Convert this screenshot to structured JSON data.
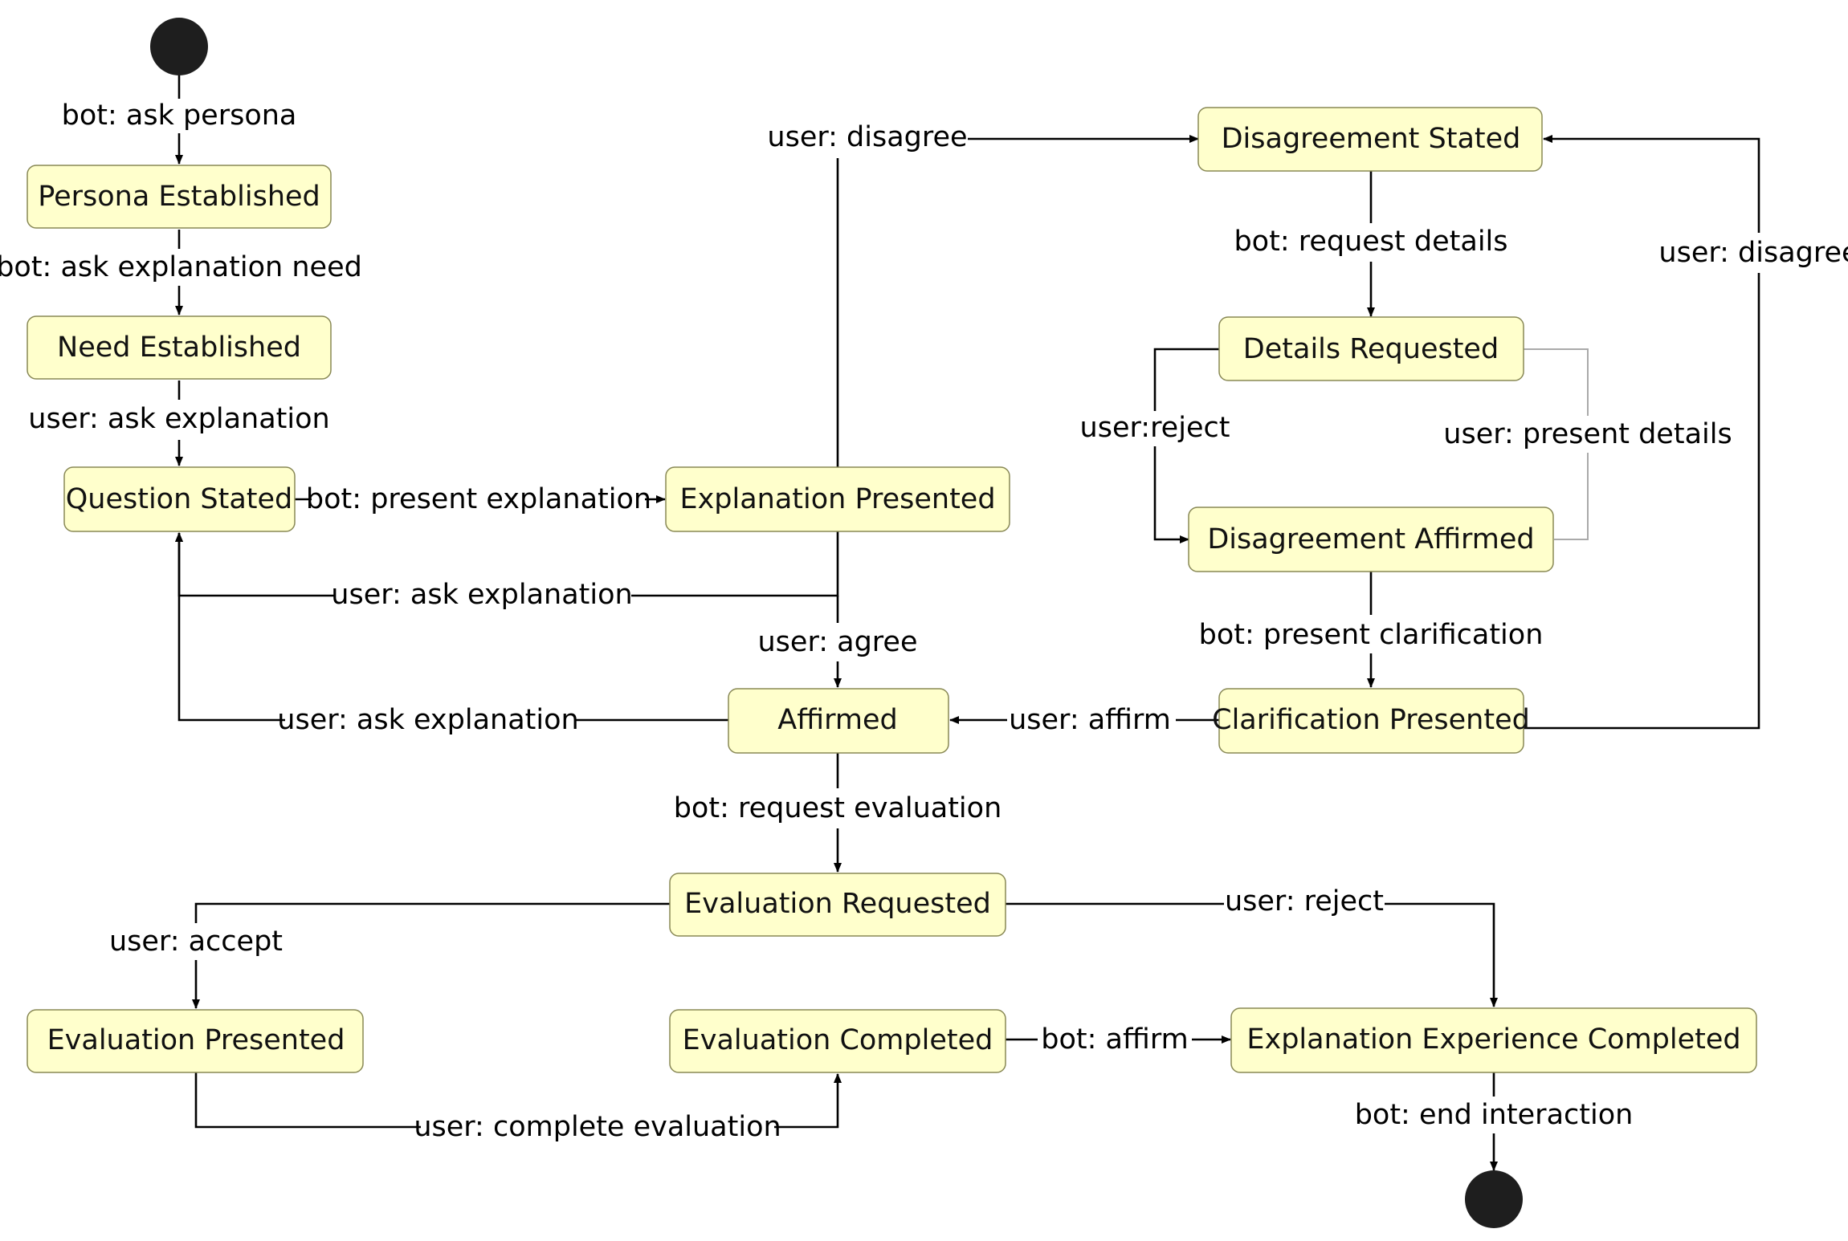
{
  "states": {
    "persona_established": "Persona Established",
    "need_established": "Need Established",
    "question_stated": "Question Stated",
    "explanation_presented": "Explanation Presented",
    "disagreement_stated": "Disagreement Stated",
    "details_requested": "Details Requested",
    "disagreement_affirmed": "Disagreement Affirmed",
    "affirmed": "Affirmed",
    "clarification_presented": "Clarification Presented",
    "evaluation_requested": "Evaluation Requested",
    "evaluation_presented": "Evaluation Presented",
    "evaluation_completed": "Evaluation Completed",
    "explanation_experience_completed": "Explanation Experience Completed"
  },
  "transitions": {
    "ask_persona": "bot: ask persona",
    "ask_explanation_need": "bot: ask explanation need",
    "user_ask_explanation_1": "user: ask explanation",
    "present_explanation": "bot: present explanation",
    "user_disagree_1": "user: disagree",
    "request_details": "bot: request details",
    "user_disagree_2": "user: disagree",
    "user_reject_1": "user:reject",
    "present_details": "user: present details",
    "user_ask_explanation_2": "user: ask explanation",
    "user_agree": "user: agree",
    "present_clarification": "bot: present clarification",
    "user_ask_explanation_3": "user: ask explanation",
    "user_affirm": "user: affirm",
    "request_evaluation": "bot: request evaluation",
    "user_accept": "user: accept",
    "user_reject_2": "user: reject",
    "bot_affirm": "bot: affirm",
    "complete_evaluation": "user: complete evaluation",
    "end_interaction": "bot: end interaction"
  },
  "colors": {
    "state_fill": "#FFFFCC",
    "state_border": "#888855",
    "terminal": "#1e1e1e",
    "edge": "#000000",
    "edge_muted": "#aaaaaa"
  }
}
